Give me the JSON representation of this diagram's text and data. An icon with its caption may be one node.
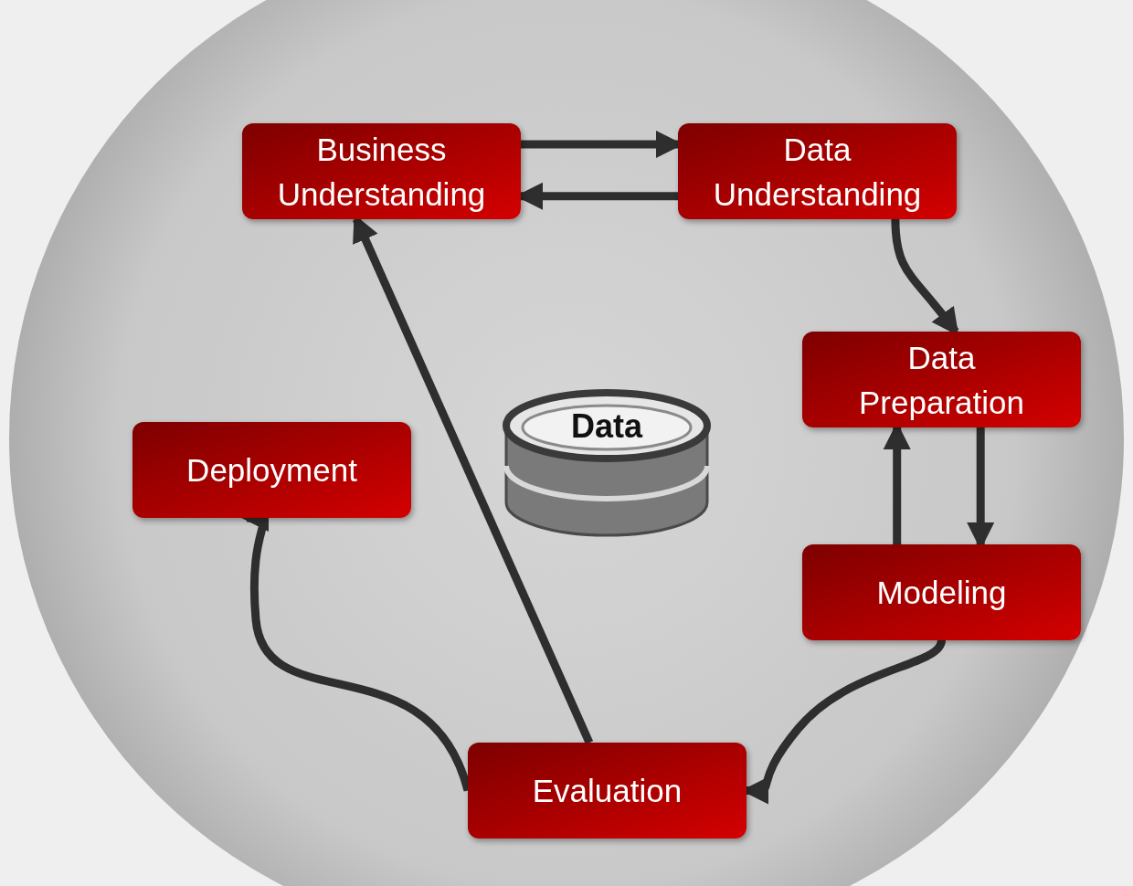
{
  "diagram": {
    "nodes": [
      {
        "text": [
          "Business Understanding"
        ]
      },
      {
        "text": [
          "Data Understanding"
        ]
      },
      {
        "text": [
          "Data Preparation"
        ]
      },
      {
        "text": [
          "Modeling"
        ]
      },
      {
        "text": [
          "Evaluation"
        ]
      },
      {
        "text": [
          "Deployment"
        ]
      },
      {
        "text": [
          "Data"
        ]
      }
    ],
    "edges": [
      {
        "from": 0,
        "to": 1,
        "arrow": "to"
      },
      {
        "from": 1,
        "to": 0,
        "arrow": "to"
      },
      {
        "from": 1,
        "to": 2,
        "arrow": "to"
      },
      {
        "from": 2,
        "to": 3,
        "arrow": "to"
      },
      {
        "from": 3,
        "to": 2,
        "arrow": "to"
      },
      {
        "from": 3,
        "to": 4,
        "arrow": "to"
      },
      {
        "from": 4,
        "to": 5,
        "arrow": "to"
      },
      {
        "from": 4,
        "to": 0,
        "arrow": "to"
      }
    ]
  }
}
